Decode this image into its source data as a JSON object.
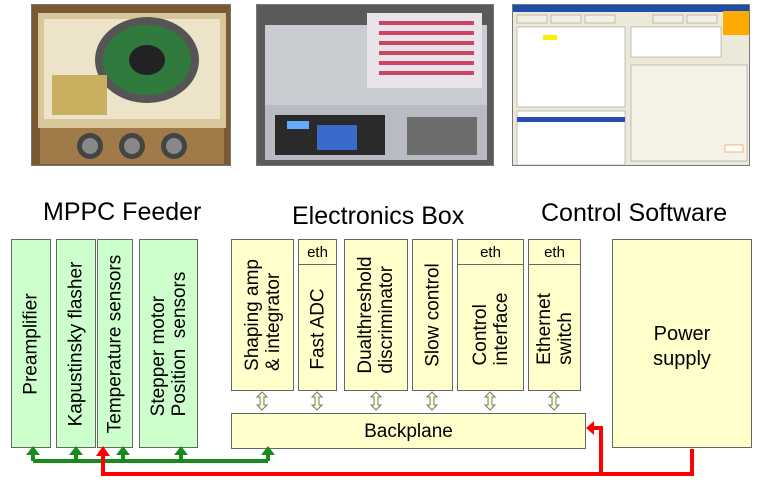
{
  "headings": {
    "feeder": "MPPC Feeder",
    "electronics": "Electronics Box",
    "software": "Control Software"
  },
  "feeder_modules": [
    {
      "label": "Preamplifier"
    },
    {
      "label": "Kapustinsky  flasher"
    },
    {
      "label": "Temperature sensors"
    },
    {
      "label": "Stepper motor\nPosition  sensors"
    }
  ],
  "electronics_modules": [
    {
      "label": "Shaping amp\n& integrator",
      "eth": ""
    },
    {
      "label": "Fast ADC",
      "eth": "eth"
    },
    {
      "label": "Dualthreshold\ndiscriminator",
      "eth": ""
    },
    {
      "label": "Slow control",
      "eth": ""
    },
    {
      "label": "Control\ninterface",
      "eth": "eth"
    },
    {
      "label": "Ethernet\nswitch",
      "eth": "eth"
    }
  ],
  "backplane": "Backplane",
  "power_supply": "Power\nsupply",
  "colors": {
    "feeder_fill": "#ccffcc",
    "electronics_fill": "#ffffcc",
    "green_line": "#1a8a1a",
    "red_line": "#ff0000"
  },
  "photos": [
    {
      "icon": "feeder-photo"
    },
    {
      "icon": "electronics-box-photo"
    },
    {
      "icon": "control-software-screenshot"
    }
  ]
}
